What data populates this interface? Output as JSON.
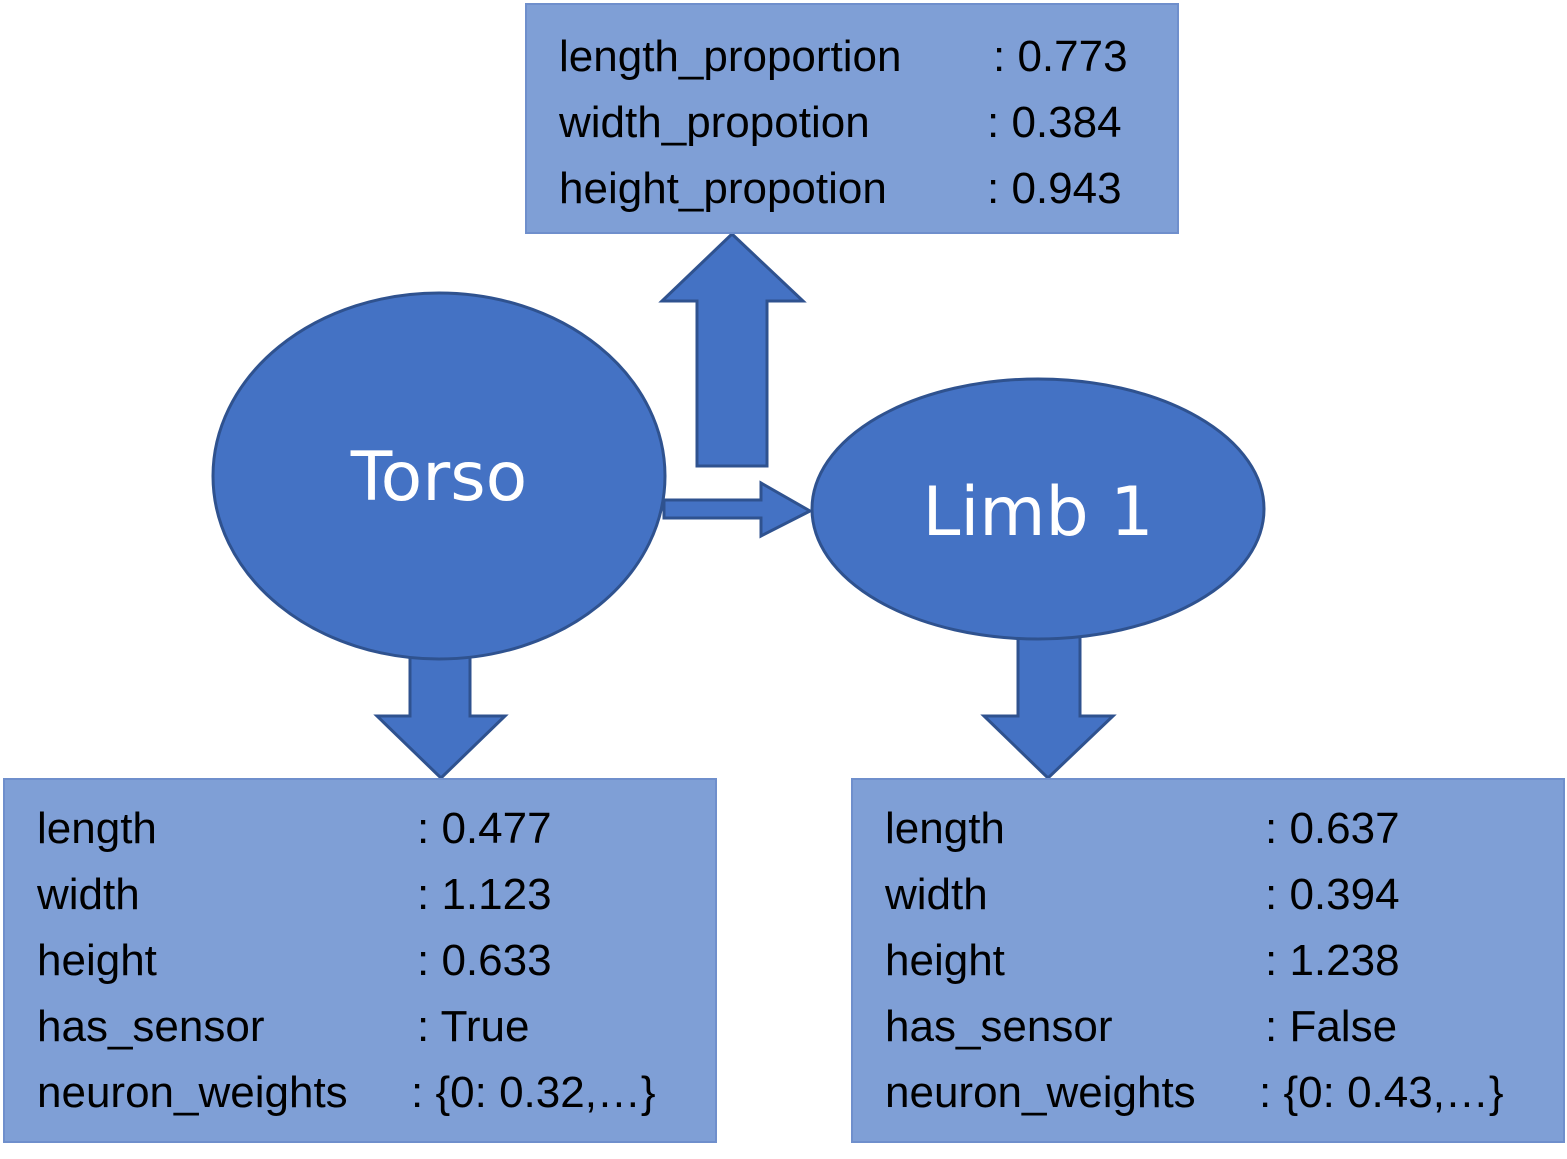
{
  "nodes": {
    "torso": {
      "label": "Torso"
    },
    "limb1": {
      "label": "Limb 1"
    }
  },
  "proportion_box": {
    "rows": [
      {
        "key": "length_proportion",
        "value": ": 0.773"
      },
      {
        "key": "width_propotion",
        "value": ": 0.384"
      },
      {
        "key": "height_propotion",
        "value": ": 0.943"
      }
    ]
  },
  "torso_box": {
    "rows": [
      {
        "key": "length",
        "value": ": 0.477"
      },
      {
        "key": "width",
        "value": ": 1.123"
      },
      {
        "key": "height",
        "value": ": 0.633"
      },
      {
        "key": "has_sensor",
        "value": ": True"
      },
      {
        "key": "neuron_weights",
        "value": ": {0: 0.32,…}"
      }
    ]
  },
  "limb_box": {
    "rows": [
      {
        "key": "length",
        "value": ": 0.637"
      },
      {
        "key": "width",
        "value": ": 0.394"
      },
      {
        "key": "height",
        "value": ": 1.238"
      },
      {
        "key": "has_sensor",
        "value": ": False"
      },
      {
        "key": "neuron_weights",
        "value": ": {0: 0.43,…}"
      }
    ]
  },
  "colors": {
    "node_fill": "#4472c4",
    "node_stroke": "#2f528f",
    "box_fill": "#7f9fd6",
    "label_text": "#ffffff"
  }
}
